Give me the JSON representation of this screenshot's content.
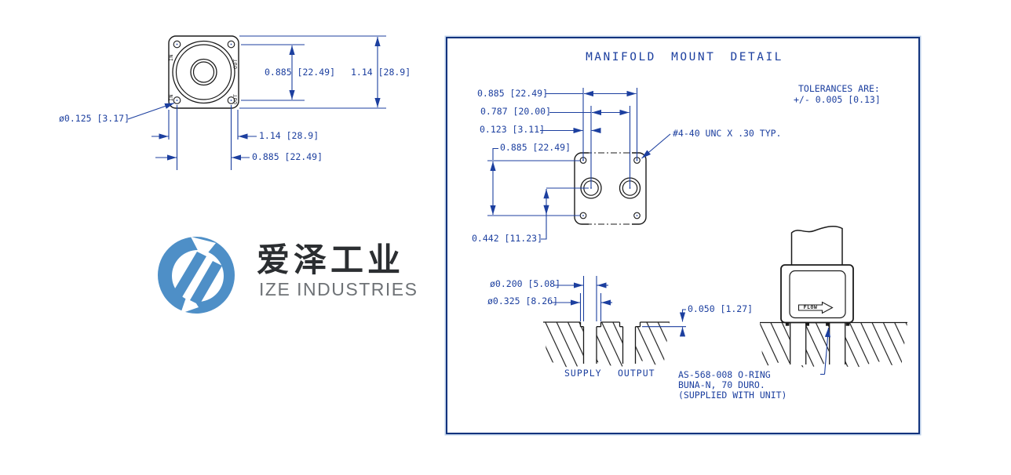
{
  "logo": {
    "cn_name": "爱泽工业",
    "en_name": "IZE INDUSTRIES",
    "mark_color": "#4e8fc7"
  },
  "front_view": {
    "dim_bolt_spacing_v": "0.885 [22.49]",
    "dim_overall_v": "1.14 [28.9]",
    "dim_hole_dia": "ø0.125 [3.17]",
    "dim_overall_h": "1.14 [28.9]",
    "dim_bolt_spacing_h": "0.885 [22.49]",
    "label_in": "IN",
    "label_out": "OUT"
  },
  "detail_box": {
    "title": "MANIFOLD MOUNT DETAIL",
    "tolerance_line1": "TOLERANCES ARE:",
    "tolerance_line2": "+/- 0.005 [0.13]",
    "plate_dims": {
      "bolt_spacing": "0.885 [22.49]",
      "port_spacing": "0.787 [20.00]",
      "offset": "0.123 [3.11]",
      "row_spacing": "0.885 [22.49]",
      "port_height": "0.442 [11.23]",
      "thread_note": "#4-40 UNC X .30 TYP."
    },
    "section": {
      "port_dia": "ø0.200 [5.08]",
      "cbore_dia": "ø0.325 [8.26]",
      "cbore_depth": "0.050 [1.27]",
      "supply": "SUPPLY",
      "output": "OUTPUT"
    },
    "side_view": {
      "flow": "FLOW",
      "oring_line1": "AS-568-008 O-RING",
      "oring_line2": "BUNA-N, 70 DURO.",
      "oring_line3": "(SUPPLIED WITH UNIT)"
    }
  },
  "colors": {
    "dimension_blue": "#1c3f9f",
    "line_black": "#1a1a1a",
    "border_blue": "#12337d"
  }
}
